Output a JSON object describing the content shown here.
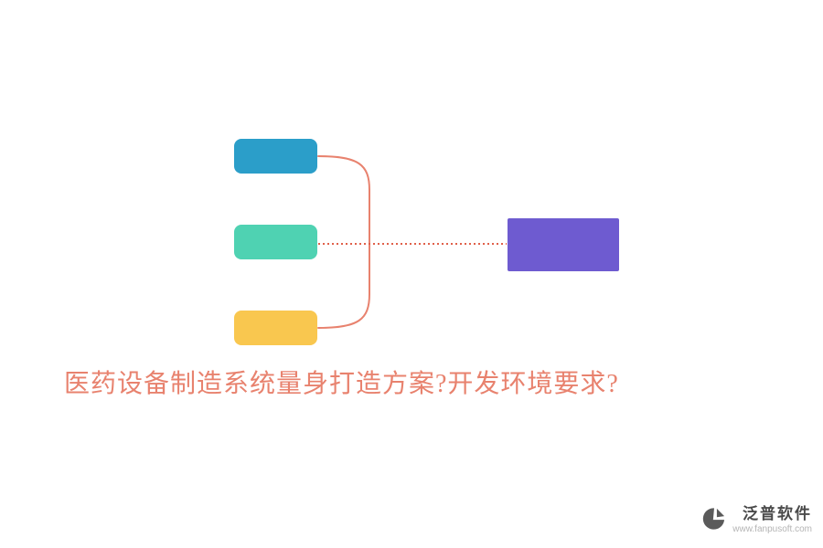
{
  "title": {
    "text": "医药设备制造系统量身打造方案?开发环境要求?",
    "color": "#E8826E"
  },
  "diagram": {
    "nodes": [
      {
        "id": "top-node",
        "label": "",
        "color": "#2B9EC9"
      },
      {
        "id": "middle-node",
        "label": "",
        "color": "#4FD2B2"
      },
      {
        "id": "bottom-node",
        "label": "",
        "color": "#F9C74F"
      },
      {
        "id": "right-node",
        "label": "",
        "color": "#6E5BD0"
      }
    ],
    "connectors": {
      "bracket_color": "#E8826E",
      "dotted_color": "#E0604A"
    }
  },
  "footer": {
    "brand": "泛普软件",
    "url": "www.fanpusoft.com",
    "icon": "fanpu-logo-icon",
    "icon_color": "#5a5a5a"
  }
}
